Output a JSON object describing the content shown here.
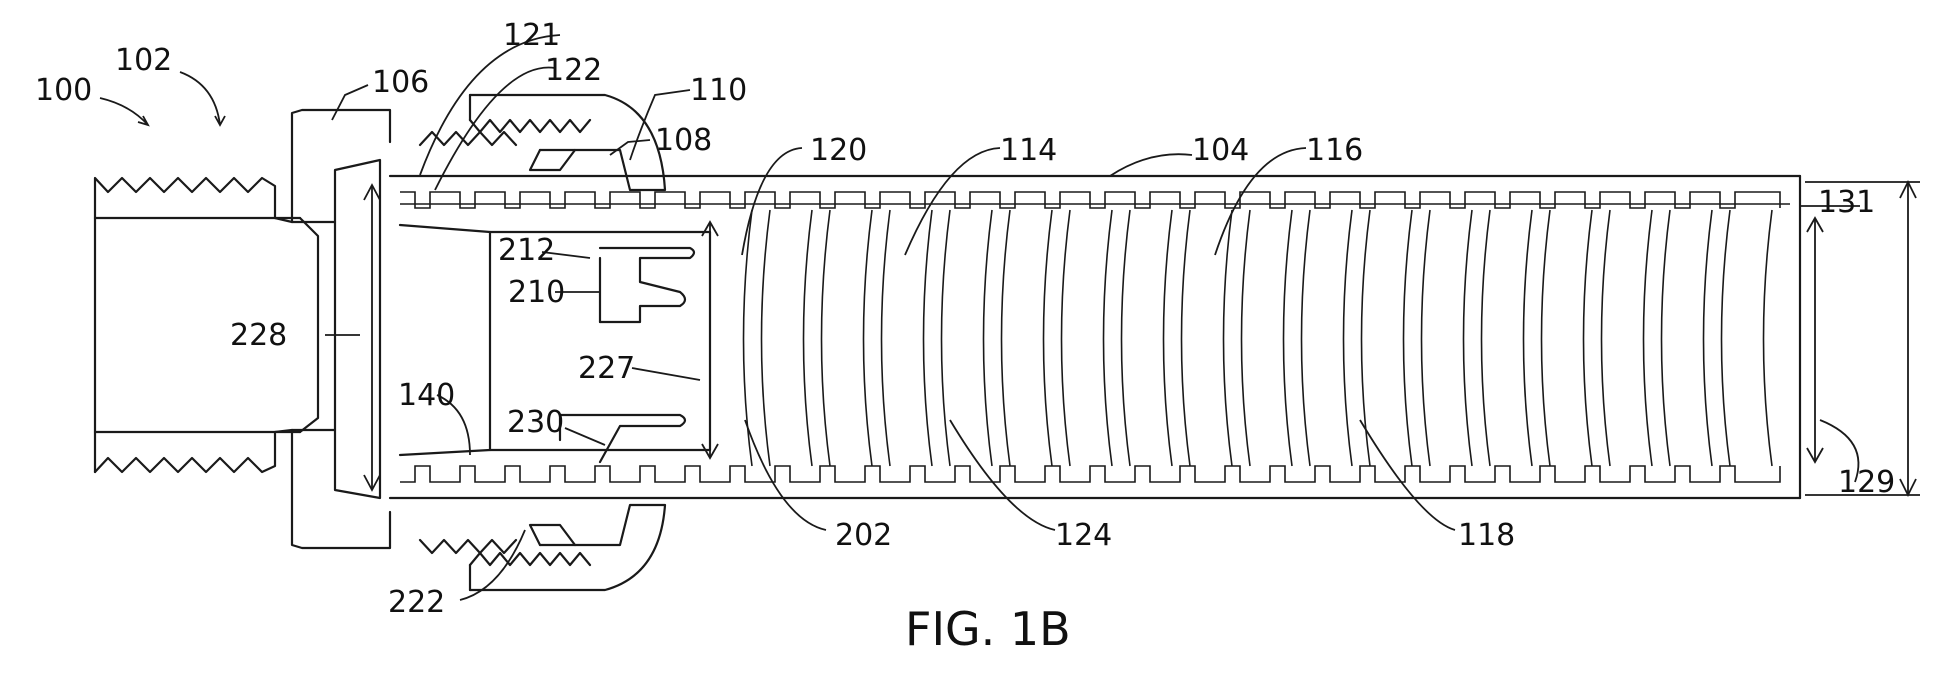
{
  "figure": {
    "caption": "FIG. 1B",
    "labels": {
      "l100": "100",
      "l102": "102",
      "l104": "104",
      "l106": "106",
      "l108": "108",
      "l110": "110",
      "l114": "114",
      "l116": "116",
      "l118": "118",
      "l120": "120",
      "l121": "121",
      "l122": "122",
      "l124": "124",
      "l129": "129",
      "l131": "131",
      "l140": "140",
      "l202": "202",
      "l210": "210",
      "l212": "212",
      "l222": "222",
      "l227": "227",
      "l228": "228",
      "l230": "230"
    }
  }
}
